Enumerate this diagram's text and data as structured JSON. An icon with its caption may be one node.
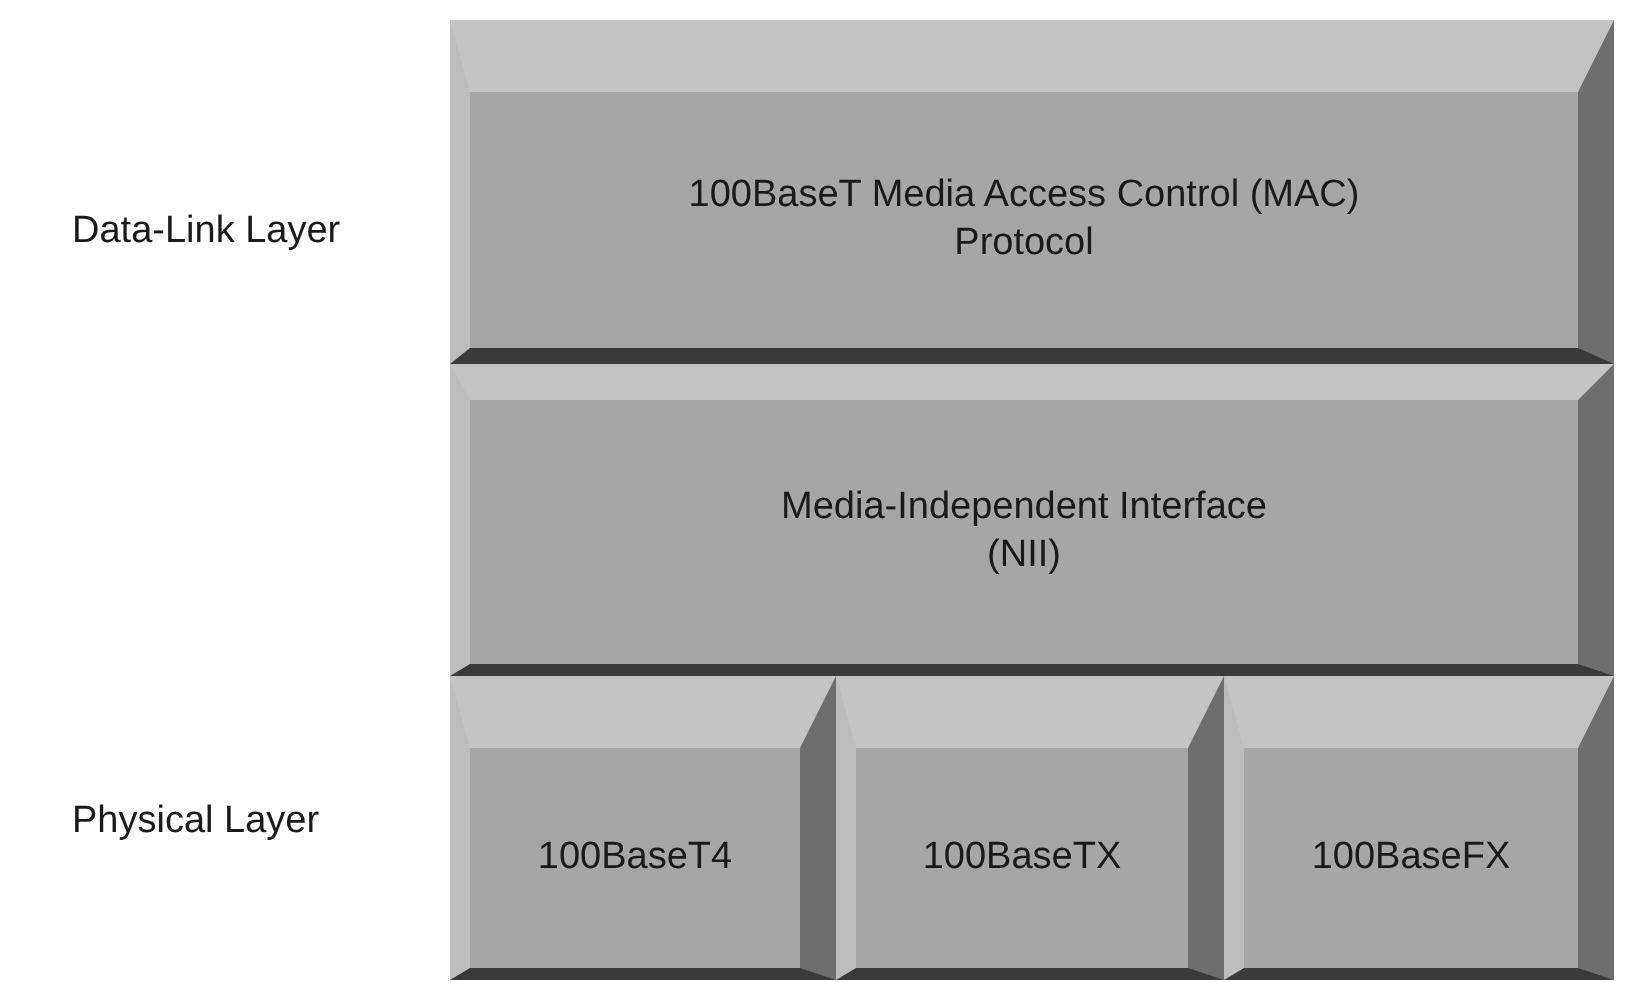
{
  "diagram": {
    "nodes": [
      {
        "text": [
          "100BaseT Media Access Control (MAC) Protocol"
        ]
      },
      {
        "text": [
          "Media-Independent Interface (NII)"
        ]
      },
      {
        "text": [
          "100BaseT4"
        ]
      },
      {
        "text": [
          "100BaseTX"
        ]
      },
      {
        "text": [
          "100BaseFX"
        ]
      }
    ],
    "labels": [
      "Data-Link Layer",
      "Physical Layer"
    ]
  }
}
